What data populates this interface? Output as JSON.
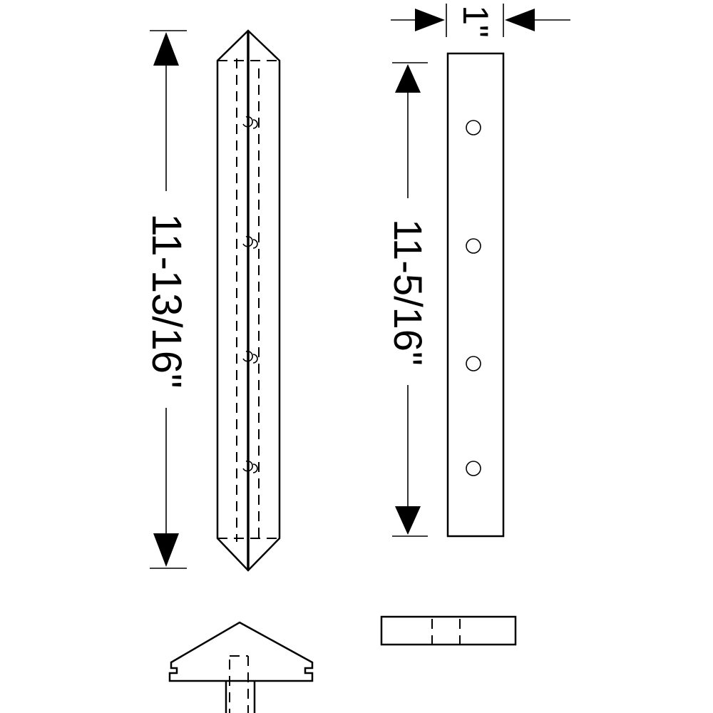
{
  "drawing": {
    "left_part": {
      "length_label": "11-13/16\""
    },
    "right_part": {
      "length_label": "11-5/16\"",
      "width_label": "1\"",
      "hole_count": 4
    },
    "line_color": "#000000",
    "background": "#ffffff"
  }
}
